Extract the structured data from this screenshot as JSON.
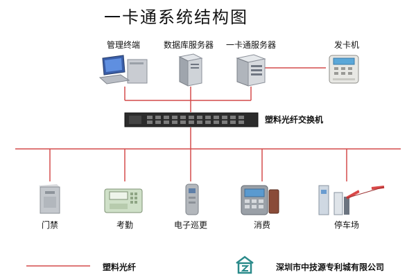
{
  "title": "一卡通系统结构图",
  "top_devices": [
    {
      "label": "管理终端"
    },
    {
      "label": "数据库服务器"
    },
    {
      "label": "一卡通服务器"
    },
    {
      "label": "发卡机"
    }
  ],
  "switch_label": "塑料光纤交换机",
  "bottom_devices": [
    {
      "label": "门禁"
    },
    {
      "label": "考勤"
    },
    {
      "label": "电子巡更"
    },
    {
      "label": "消费"
    },
    {
      "label": "停车场"
    }
  ],
  "legend": {
    "label": "塑料光纤",
    "color": "#d44a4a"
  },
  "company": "深圳市中技源专利城有限公司"
}
